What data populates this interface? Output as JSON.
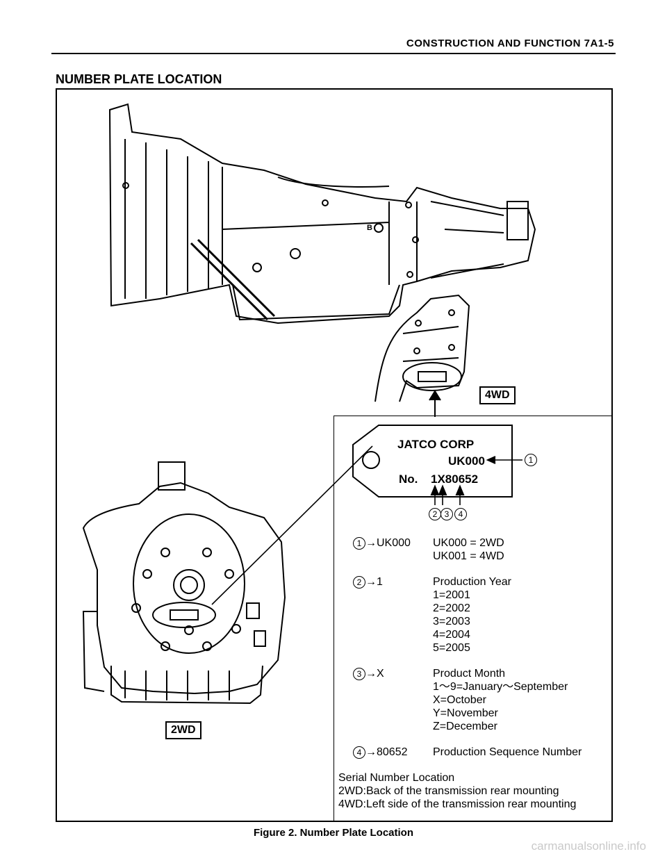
{
  "header": {
    "title": "CONSTRUCTION  AND  FUNCTION   7A1-5"
  },
  "section_title": "NUMBER PLATE LOCATION",
  "figure": {
    "tag_4wd": "4WD",
    "tag_2wd": "2WD",
    "bolt_mark": "B",
    "plate": {
      "maker": "JATCO    CORP",
      "model": "UK000",
      "number_prefix": "No.",
      "number": "1X80652",
      "callout_1": "1",
      "callout_2": "2",
      "callout_3": "3",
      "callout_4": "4"
    },
    "legend": [
      {
        "num": "1",
        "key": "UK000",
        "lines": [
          "UK000 = 2WD",
          "UK001 = 4WD"
        ]
      },
      {
        "num": "2",
        "key": "1",
        "lines": [
          "Production Year",
          "1=2001",
          "2=2002",
          "3=2003",
          "4=2004",
          "5=2005"
        ]
      },
      {
        "num": "3",
        "key": "X",
        "lines": [
          "Product Month",
          "1～9=January～September",
          "X=October",
          "Y=November",
          "Z=December"
        ]
      },
      {
        "num": "4",
        "key": "80652",
        "lines": [
          "Production Sequence Number"
        ]
      }
    ],
    "serial_location": [
      "Serial Number Location",
      "2WD:Back of the transmission rear mounting",
      "4WD:Left side of the transmission rear mounting"
    ],
    "caption": "Figure 2. Number Plate Location"
  },
  "watermark": "carmanualsonline.info"
}
